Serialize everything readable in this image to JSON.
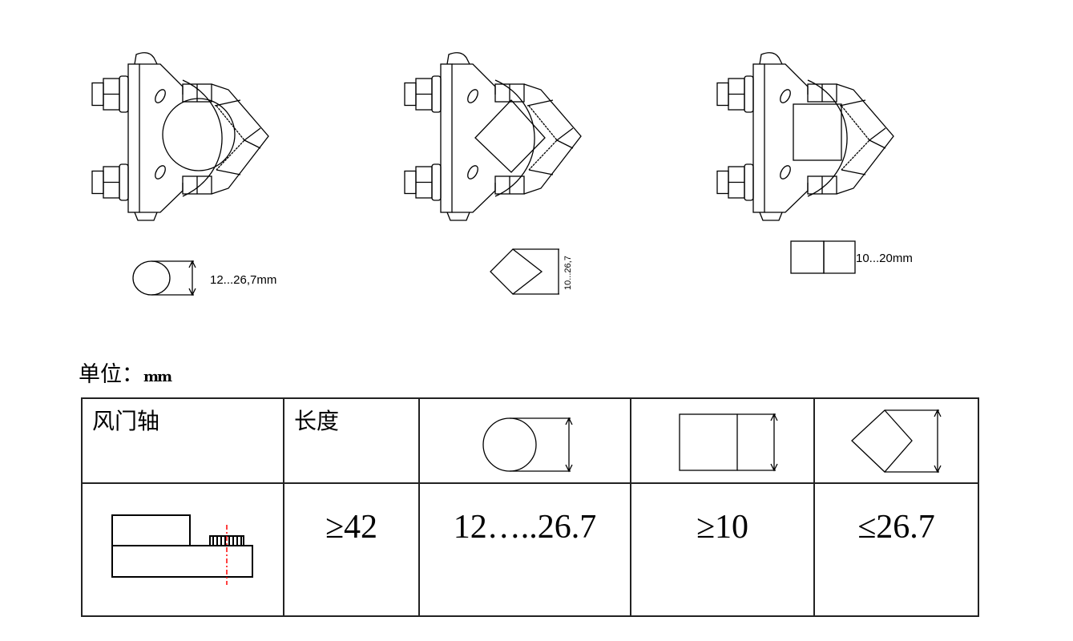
{
  "clamps": [
    {
      "shape": "circle",
      "dimension_label": "12...26,7mm"
    },
    {
      "shape": "diamond",
      "dimension_label": "10...26,7"
    },
    {
      "shape": "square",
      "dimension_label": "10...20mm"
    }
  ],
  "unit_label": {
    "prefix": "单位：",
    "unit": "mm"
  },
  "table": {
    "headers": [
      "风门轴",
      "长度"
    ],
    "header_shapes": [
      "circle",
      "square",
      "diamond"
    ],
    "values": [
      "≥42",
      "12…..26.7",
      "≥10",
      "≤26.7"
    ]
  },
  "colors": {
    "line": "#000000",
    "centerline": "#ff0000"
  }
}
